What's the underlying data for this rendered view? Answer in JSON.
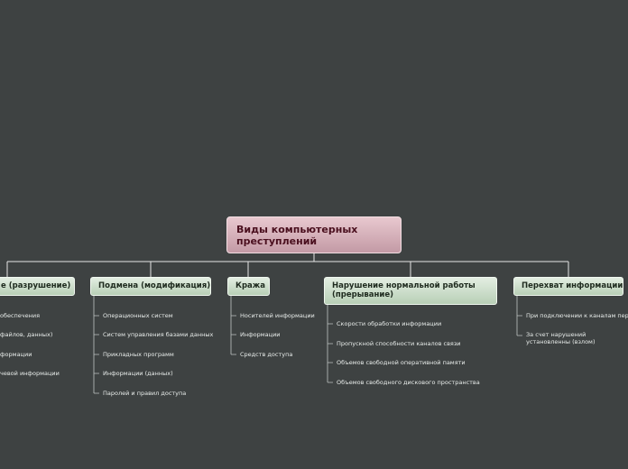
{
  "root": {
    "title": "Виды компьютерных преступлений"
  },
  "branches": [
    {
      "label": "е (разрушение)",
      "leaves": [
        "обеспечения",
        "файлов, данных)",
        "формации",
        "чевой информации"
      ]
    },
    {
      "label": "Подмена (модификация)",
      "leaves": [
        "Операционных систем",
        "Систем управления базами данных",
        "Прикладных программ",
        "Информации (данных)",
        "Паролей и правил доступа"
      ]
    },
    {
      "label": "Кража",
      "leaves": [
        "Носителей информации",
        "Информации",
        "Средств доступа"
      ]
    },
    {
      "label": "Нарушение нормальной работы (прерывание)",
      "leaves": [
        "Скорости обработки информации",
        "Пропускной способности каналов связи",
        "Объемов свободной оперативной памяти",
        "Объемов свободного дискового пространства"
      ]
    },
    {
      "label": "Перехват информации",
      "leaves": [
        "При подключении к каналам пер",
        "За счет нарушений установленны (взлом)"
      ]
    }
  ],
  "colors": {
    "background": "#3e4242",
    "root_fill": "#d9b4bd",
    "root_text": "#4a0f1e",
    "branch_fill": "#cfe0cd",
    "line": "#e6e6e6"
  }
}
